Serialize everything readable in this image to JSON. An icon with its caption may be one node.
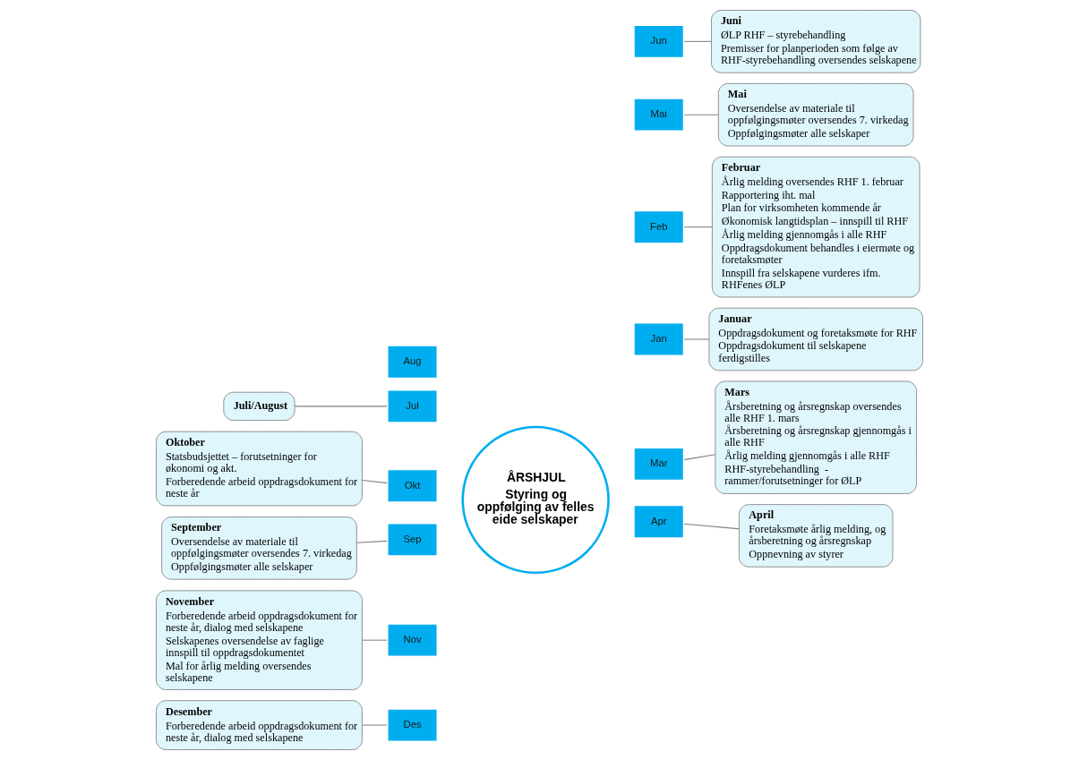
{
  "diagram": {
    "nodes": [
      {
        "text": [
          "ÅRSHJUL",
          "Styring og oppfølging av felles eide selskaper"
        ]
      },
      {
        "text": [
          "Jan"
        ]
      },
      {
        "text": [
          "Feb"
        ]
      },
      {
        "text": [
          "Mar"
        ]
      },
      {
        "text": [
          "Apr"
        ]
      },
      {
        "text": [
          "Mai"
        ]
      },
      {
        "text": [
          "Jun"
        ]
      },
      {
        "text": [
          "Jul"
        ]
      },
      {
        "text": [
          "Aug"
        ]
      },
      {
        "text": [
          "Sep"
        ]
      },
      {
        "text": [
          "Okt"
        ]
      },
      {
        "text": [
          "Nov"
        ]
      },
      {
        "text": [
          "Des"
        ]
      },
      {
        "text": [
          "Desember",
          "Forberedende arbeid oppdragsdokument for neste år, dialog med selskapene"
        ]
      },
      {
        "text": [
          "Januar",
          "Oppdragsdokument og foretaksmøte for RHF",
          "Oppdragsdokument til selskapene ferdigstilles"
        ]
      },
      {
        "text": [
          "November",
          "Forberedende arbeid oppdragsdokument for neste år, dialog med selskapene",
          "Selskapenes oversendelse av faglige innspill til oppdragsdokumentet",
          "Mal for årlig melding oversendes selskapene"
        ]
      },
      {
        "text": [
          "Februar",
          "Årlig melding oversendes RHF 1. februar",
          "Rapportering iht. mal",
          "Plan for virksomheten kommende år",
          "Økonomisk langtidsplan – innspill til RHF",
          "Årlig melding gjennomgås i alle RHF",
          "Oppdragsdokument behandles i eiermøte og foretaksmøter",
          "Innspill fra selskapene vurderes ifm.  RHFenes ØLP"
        ]
      },
      {
        "text": [
          "Oktober",
          "Statsbudsjettet – forutsetninger for økonomi og akt.",
          "Forberedende arbeid oppdragsdokument for neste år"
        ]
      },
      {
        "text": [
          "Mars",
          "Årsberetning og årsregnskap oversendes alle RHF 1. mars",
          "Årsberetning og årsregnskap gjennomgås i alle RHF",
          "Årlig melding gjennomgås i alle RHF",
          "RHF-styrebehandling  - rammer/forutsetninger for ØLP"
        ]
      },
      {
        "text": [
          "September",
          "Oversendelse av materiale til oppfølgingsmøter oversendes 7. virkedag",
          "Oppfølgingsmøter alle selskaper"
        ]
      },
      {
        "text": [
          "April",
          "Foretaksmøte årlig melding, og årsberetning og årsregnskap",
          "Oppnevning av styrer"
        ]
      },
      {
        "text": [
          "Juli/August"
        ]
      },
      {
        "text": [
          "Juni",
          "ØLP RHF – styrebehandling",
          "Premisser for planperioden som følge av RHF-styrebehandling oversendes selskapene"
        ]
      },
      {
        "text": [
          "Mai",
          "Oversendelse av materiale til oppfølgingsmøter oversendes 7. virkedag",
          "Oppfølgingsmøter alle selskaper"
        ]
      }
    ],
    "edges": [
      {
        "from": 13,
        "to": 12,
        "arrow": "none"
      },
      {
        "from": 14,
        "to": 1,
        "arrow": "none"
      },
      {
        "from": 15,
        "to": 11,
        "arrow": "none"
      },
      {
        "from": 16,
        "to": 2,
        "arrow": "none"
      },
      {
        "from": 17,
        "to": 10,
        "arrow": "none"
      },
      {
        "from": 18,
        "to": 3,
        "arrow": "none"
      },
      {
        "from": 19,
        "to": 9,
        "arrow": "none"
      },
      {
        "from": 20,
        "to": 4,
        "arrow": "none"
      },
      {
        "from": 21,
        "to": 7,
        "arrow": "none"
      },
      {
        "from": 22,
        "to": 6,
        "arrow": "none"
      },
      {
        "from": 23,
        "to": 5,
        "arrow": "none"
      }
    ]
  }
}
